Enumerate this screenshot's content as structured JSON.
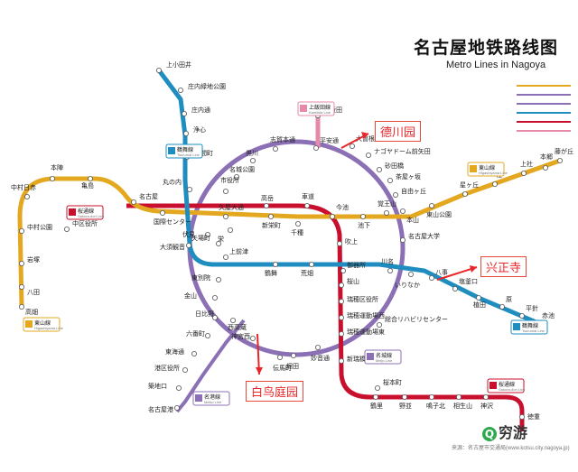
{
  "title": "名古屋地铁路线图",
  "subtitle": "Metro Lines in Nagoya",
  "source": "来源：名古屋市交通局(www.kotsu.city.nagoya.jp)",
  "brand": "穷游",
  "colors": {
    "meijo": "#8b70b5",
    "higashiyama": "#e3a81f",
    "tsurumai": "#1f8dbf",
    "sakuradori": "#c8102e",
    "kamiiida": "#e58aa8",
    "meiko": "#8b70b5",
    "callout": "#e8262a"
  },
  "callouts": [
    {
      "text": "德川园"
    },
    {
      "text": "兴正寺"
    },
    {
      "text": "白鸟庭园"
    }
  ],
  "line_badges": [
    {
      "name": "鶴舞線",
      "en": "Tsurumai Line"
    },
    {
      "name": "桜通線",
      "en": "Sakura-dori Line"
    },
    {
      "name": "東山線",
      "en": "Higashiyama Line"
    },
    {
      "name": "東山線",
      "en": "Higashiyama Line"
    },
    {
      "name": "鶴舞線",
      "en": "Tsurumai Line"
    },
    {
      "name": "名港線",
      "en": "Meiko Line"
    },
    {
      "name": "名城線",
      "en": "Meijo Line"
    },
    {
      "name": "上飯田線",
      "en": "Kamiiida Line"
    },
    {
      "name": "桜通線",
      "en": "Sakura-dori Line"
    }
  ],
  "stations": [
    {
      "name": "上小田井"
    },
    {
      "name": "庄内緑地公園"
    },
    {
      "name": "庄内通"
    },
    {
      "name": "浄心"
    },
    {
      "name": "浅間町"
    },
    {
      "name": "丸の内"
    },
    {
      "name": "伏見"
    },
    {
      "name": "大須観音"
    },
    {
      "name": "上前津"
    },
    {
      "name": "鶴舞"
    },
    {
      "name": "荒畑"
    },
    {
      "name": "御器所"
    },
    {
      "name": "川名"
    },
    {
      "name": "いりなか"
    },
    {
      "name": "八事"
    },
    {
      "name": "塩釜口"
    },
    {
      "name": "植田"
    },
    {
      "name": "原"
    },
    {
      "name": "平針"
    },
    {
      "name": "赤池"
    },
    {
      "name": "高畑"
    },
    {
      "name": "八田"
    },
    {
      "name": "岩塚"
    },
    {
      "name": "中村公園"
    },
    {
      "name": "中村日赤"
    },
    {
      "name": "本陣"
    },
    {
      "name": "亀島"
    },
    {
      "name": "名古屋"
    },
    {
      "name": "国際センター"
    },
    {
      "name": "中区役所"
    },
    {
      "name": "久屋大通"
    },
    {
      "name": "栄"
    },
    {
      "name": "新栄町"
    },
    {
      "name": "千種"
    },
    {
      "name": "今池"
    },
    {
      "name": "池下"
    },
    {
      "name": "覚王山"
    },
    {
      "name": "本山"
    },
    {
      "name": "東山公園"
    },
    {
      "name": "星ヶ丘"
    },
    {
      "name": "一社"
    },
    {
      "name": "上社"
    },
    {
      "name": "本郷"
    },
    {
      "name": "藤が丘"
    },
    {
      "name": "上飯田"
    },
    {
      "name": "平安通"
    },
    {
      "name": "志賀本通"
    },
    {
      "name": "黒川"
    },
    {
      "name": "名城公園"
    },
    {
      "name": "市役所"
    },
    {
      "name": "大曽根"
    },
    {
      "name": "ナゴヤドーム前矢田"
    },
    {
      "name": "砂田橋"
    },
    {
      "name": "茶屋ヶ坂"
    },
    {
      "name": "自由ヶ丘"
    },
    {
      "name": "名古屋大学"
    },
    {
      "name": "高岳"
    },
    {
      "name": "車道"
    },
    {
      "name": "吹上"
    },
    {
      "name": "桜山"
    },
    {
      "name": "瑞穂区役所"
    },
    {
      "name": "瑞穂運動場西"
    },
    {
      "name": "瑞穂運動場東"
    },
    {
      "name": "総合リハビリセンター"
    },
    {
      "name": "新瑞橋"
    },
    {
      "name": "妙音通"
    },
    {
      "name": "堀田"
    },
    {
      "name": "伝馬町"
    },
    {
      "name": "神宮西"
    },
    {
      "name": "西高蔵"
    },
    {
      "name": "金山"
    },
    {
      "name": "東別院"
    },
    {
      "name": "矢場町"
    },
    {
      "name": "日比野"
    },
    {
      "name": "六番町"
    },
    {
      "name": "東海通"
    },
    {
      "name": "港区役所"
    },
    {
      "name": "築地口"
    },
    {
      "name": "名古屋港"
    },
    {
      "name": "桜本町"
    },
    {
      "name": "鶴里"
    },
    {
      "name": "野並"
    },
    {
      "name": "鳴子北"
    },
    {
      "name": "相生山"
    },
    {
      "name": "神沢"
    },
    {
      "name": "徳重"
    }
  ]
}
